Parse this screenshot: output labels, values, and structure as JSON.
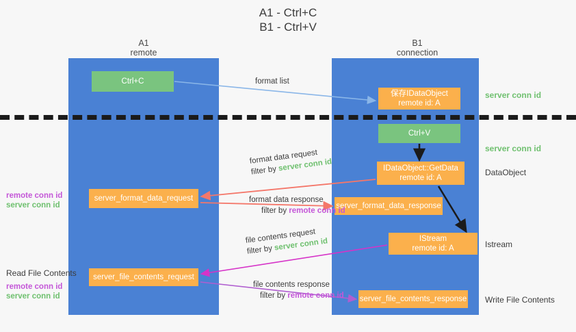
{
  "title": "A1 - Ctrl+C\nB1 - Ctrl+V",
  "columns": {
    "left": "A1\nremote",
    "right": "B1\nconnection"
  },
  "boxes": {
    "ctrl_c": "Ctrl+C",
    "save_idataobject": "保存IDataObject\nremote id: A",
    "ctrl_v": "Ctrl+V",
    "getdata": "IDataObject::GetData\nremote id: A",
    "server_format_data_request": "server_format_data_request",
    "server_format_data_response": "server_format_data_response",
    "istream": "IStream\nremote id: A",
    "server_file_contents_request": "server_file_contents_request",
    "server_file_contents_response": "server_file_contents_response"
  },
  "right_labels": {
    "server_conn_id_1": "server conn id",
    "server_conn_id_2": "server conn id",
    "dataobject": "DataObject",
    "istream": "Istream",
    "write_file_contents": "Write File Contents"
  },
  "left_labels": {
    "read_file_contents": "Read File Contents",
    "remote_conn_id": "remote conn id",
    "server_conn_id": "server conn id"
  },
  "arrow_labels": {
    "format_list": "format list",
    "format_data_request": "format data request",
    "format_data_request_filter_prefix": "filter by ",
    "format_data_request_filter_value": "server conn id",
    "format_data_response": "format data response",
    "format_data_response_filter_prefix": "filter by ",
    "format_data_response_filter_value": "remote conn id",
    "file_contents_request": "file contents request",
    "file_contents_request_filter_prefix": "filter by ",
    "file_contents_request_filter_value": "server conn id",
    "file_contents_response": "file contents response",
    "file_contents_response_filter_prefix": "filter by ",
    "file_contents_response_filter_value": "remote conn id"
  },
  "colors": {
    "lane": "#4a81d4",
    "green_box": "#7ac47f",
    "orange_box": "#fbb04c",
    "server_conn_id": "#6fc06f",
    "remote_conn_id": "#c457d8",
    "arrow_blue": "#8ab6e8",
    "arrow_red": "#f4776a",
    "arrow_magenta": "#d633c8",
    "arrow_purple": "#b05ed0",
    "arrow_black": "#1b1b1b",
    "divider": "#1b1b1b",
    "background": "#f7f7f7"
  }
}
